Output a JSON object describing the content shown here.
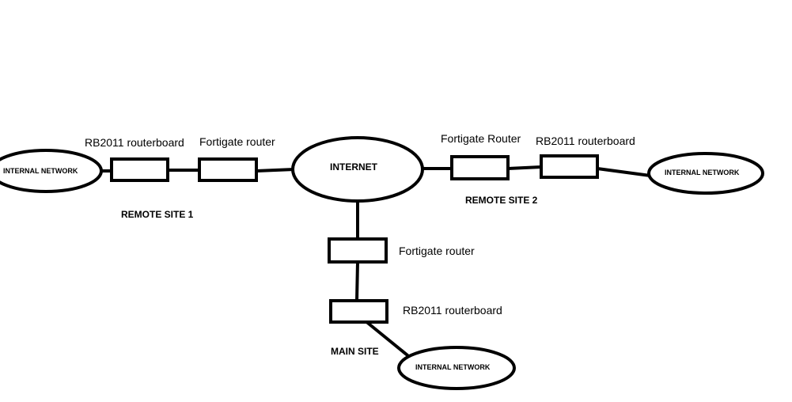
{
  "diagram": {
    "internet_label": "INTERNET",
    "remote_site_1": {
      "site_label": "REMOTE SITE 1",
      "routerboard_label": "RB2011 routerboard",
      "router_label": "Fortigate router",
      "network_label": "INTERNAL NETWORK"
    },
    "remote_site_2": {
      "site_label": "REMOTE SITE 2",
      "router_label": "Fortigate Router",
      "routerboard_label": "RB2011 routerboard",
      "network_label": "INTERNAL NETWORK"
    },
    "main_site": {
      "site_label": "MAIN SITE",
      "router_label": "Fortigate router",
      "routerboard_label": "RB2011 routerboard",
      "network_label": "INTERNAL NETWORK"
    }
  }
}
